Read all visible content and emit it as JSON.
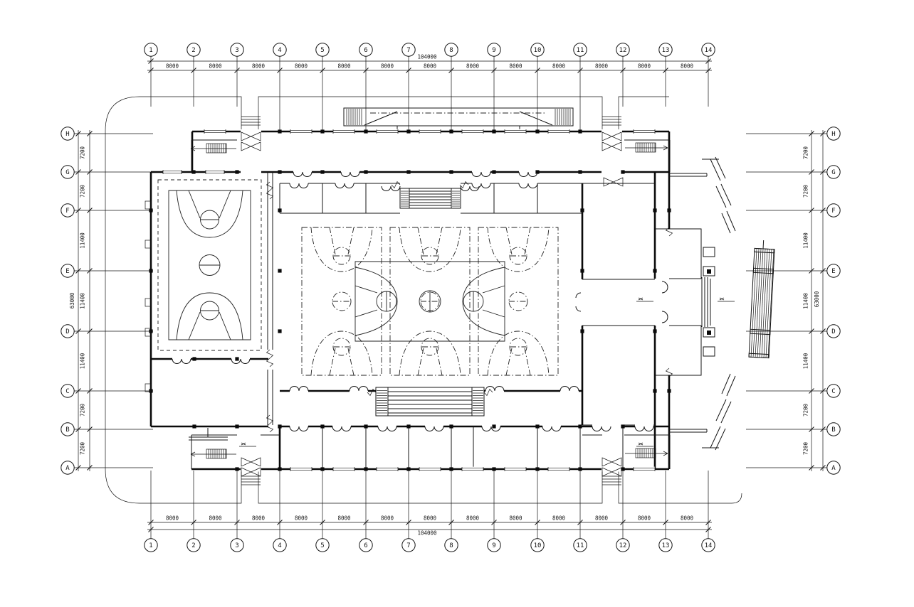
{
  "sheet": {
    "type": "architectural-floor-plan",
    "subject": "Sports hall / gymnasium floor plan with basketball courts",
    "background_color": "#ffffff",
    "line_color": "#141414",
    "frame_color": "#a8aeb4"
  },
  "grid_columns": {
    "labels": [
      "1",
      "2",
      "3",
      "4",
      "5",
      "6",
      "7",
      "8",
      "9",
      "10",
      "11",
      "12",
      "13",
      "14"
    ],
    "bay_dimension": "8000",
    "total_dimension": "104000"
  },
  "grid_rows": {
    "labels": [
      "H",
      "G",
      "F",
      "E",
      "D",
      "C",
      "B",
      "A"
    ],
    "segment_dimensions": [
      "7200",
      "7200",
      "11400",
      "11400",
      "11400",
      "7200",
      "7200"
    ],
    "total_dimension": "63000"
  }
}
